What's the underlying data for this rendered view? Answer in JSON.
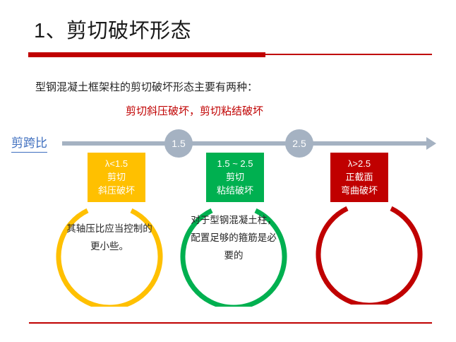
{
  "slide": {
    "title": "1、剪切破坏形态",
    "lead_text": "型钢混凝土框架柱的剪切破坏形态主要有两种：",
    "highlight_text": "剪切斜压破坏，剪切粘结破坏"
  },
  "axis": {
    "label": "剪跨比",
    "nodes": [
      {
        "value": "1.5"
      },
      {
        "value": "2.5"
      }
    ],
    "line_color": "#A5B2C2",
    "node_color": "#A5B2C2",
    "label_color": "#3F6FBF"
  },
  "categories": [
    {
      "range": "λ<1.5",
      "line1": "剪切",
      "line2": "斜压破坏",
      "color": "#FFC000",
      "note": "其轴压比应当控制的更小些。"
    },
    {
      "range": "1.5 ~ 2.5",
      "line1": "剪切",
      "line2": "粘结破坏",
      "color": "#00B050",
      "note": "对于型钢混凝土柱，配置足够的箍筋是必要的"
    },
    {
      "range": "λ>2.5",
      "line1": "正截面",
      "line2": "弯曲破坏",
      "color": "#C00000",
      "note": ""
    }
  ],
  "theme": {
    "accent_red": "#C00000",
    "text_color": "#262626"
  }
}
